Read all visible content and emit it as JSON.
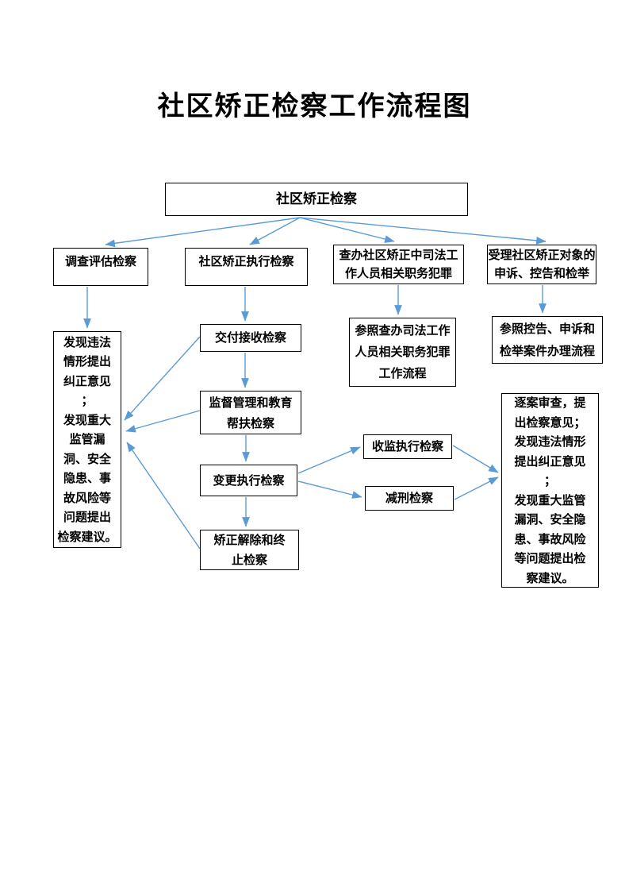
{
  "page": {
    "title": "社区矫正检察工作流程图"
  },
  "colors": {
    "accent": "#5B9BD5",
    "ink": "#000000",
    "paper": "#ffffff"
  },
  "nodes": {
    "root": {
      "label": "社区矫正检察"
    },
    "investigate": {
      "label": "调查评估检察"
    },
    "execution": {
      "label": "社区矫正执行检察"
    },
    "malfeasance": {
      "label": "查办社区矫正中司法工\n作人员相关职务犯罪"
    },
    "complaints": {
      "label": "受理社区矫正对象的\n申诉、控告和检举"
    },
    "left_result": {
      "label": "发现违法\n情形提出\n纠正意见\n；\n发现重大\n监管漏\n洞、安全\n隐患、事\n故风险等\n问题提出\n检察建议。"
    },
    "handover": {
      "label": "交付接收检察"
    },
    "supervision": {
      "label": "监督管理和教育\n帮扶检察"
    },
    "change": {
      "label": "变更执行检察"
    },
    "termination": {
      "label": "矫正解除和终\n止检察"
    },
    "ref_malfeasance": {
      "label": "参照查办司法工作\n人员相关职务犯罪\n工作流程"
    },
    "ref_complaint": {
      "label": "参照控告、申诉和\n检举案件办理流程"
    },
    "reimprison": {
      "label": "收监执行检察"
    },
    "commutation": {
      "label": "减刑检察"
    },
    "right_result": {
      "label": "逐案审查，提\n出检察意见；\n发现违法情形\n提出纠正意见\n；\n发现重大监管\n漏洞、安全隐\n患、事故风险\n等问题提出检\n察建议。"
    }
  }
}
